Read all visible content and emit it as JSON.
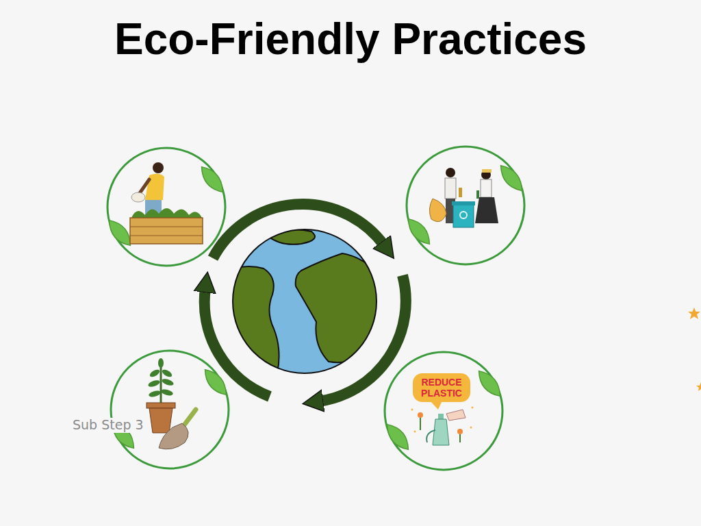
{
  "diagram": {
    "title": "Eco-Friendly Practices",
    "nodes": [
      {
        "text": [
          "REDUCE PLASTIC"
        ]
      }
    ],
    "labels": [
      "Sub Step 3"
    ]
  }
}
